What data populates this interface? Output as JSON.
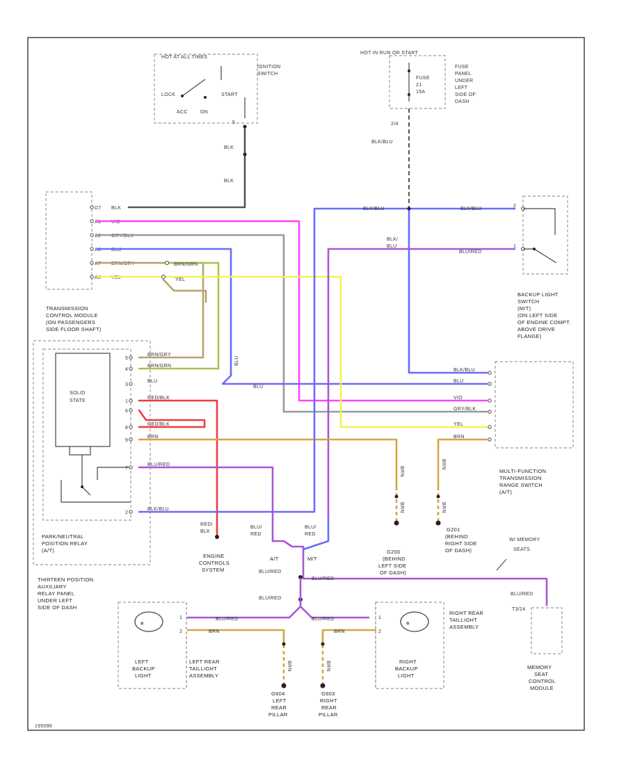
{
  "colors": {
    "grey": "#9a9a9a",
    "black": "#555555",
    "pink": "#ff44ff",
    "blue": "#6a6aff",
    "yellow": "#f2f250",
    "ybrn": "#b7a36a",
    "grngrn": "#a7c34a",
    "red": "#ee3b3b",
    "purple": "#a855d8",
    "tan": "#d4a640"
  },
  "labels": {
    "ign_title": "HOT AT ALL TIMES",
    "ign_lock": "LOCK",
    "ign_acc": "ACC",
    "ign_on": "ON",
    "ign_start": "START",
    "ign_name1": "IGNITION",
    "ign_name2": "SWITCH",
    "ign_pin": "5",
    "blk1": "BLK",
    "blk2": "BLK",
    "fuse_title": "HOT IN RUN OR START",
    "fuse1": "FUSE",
    "fuse2": "21",
    "fuse3": "15A",
    "fusepanel1": "FUSE",
    "fusepanel2": "PANEL",
    "fusepanel3": "UNDER",
    "fusepanel4": "LEFT",
    "fusepanel5": "SIDE OF",
    "fusepanel6": "DASH",
    "w_21": "2/4",
    "w_blkblu_top": "BLK/BLU",
    "tcm_pins": [
      "D7",
      "A1",
      "A2",
      "A3",
      "A7",
      "A8"
    ],
    "tcm_wires": [
      "BLK",
      "VIO",
      "GRY/BLK",
      "BLU",
      "BRN/GRY",
      "YEL"
    ],
    "w_brngrn": "BRN/GRN",
    "w_yel2": "YEL",
    "tcm_name": [
      "TRANSMISSION",
      "CONTROL MODULE",
      "(ON PASSENGERS",
      "SIDE FLOOR SHAFT)"
    ],
    "w_blkblu_a": "BLK/BLU",
    "w_blkblu_b": "BLK/BLU",
    "w_blk_mid1": "BLK/",
    "w_blk_mid2": "BLU",
    "w_blured_a": "BLU/RED",
    "bls_pins": [
      "2",
      "1"
    ],
    "bls_name": [
      "BACKUP LIGHT",
      "SWITCH",
      "(M/T)",
      "(ON LEFT SIDE",
      "OF ENGINE COMPT.",
      "ABOVE DRIVE",
      "FLANGE)"
    ],
    "relay_pins": [
      "5",
      "4",
      "3",
      "1",
      "6",
      "8",
      "9",
      "7",
      "2"
    ],
    "relay_wires": [
      "BRN/GRY",
      "BRN/GRN",
      "BLU",
      "RED/BLK",
      "RED/BLK",
      "BRN",
      "BLU/RED",
      "BLK/BLU"
    ],
    "solid_state1": "SOLID",
    "solid_state2": "STATE",
    "w_blu_v": "BLU",
    "w_blu_h": "BLU",
    "mf_wires": [
      "BLK/BLU",
      "BLU",
      "VIO",
      "GRY/BLK",
      "YEL",
      "BRN"
    ],
    "mf_name": [
      "MULTI-FUNCTION",
      "TRANSMISSION",
      "RANGE SWITCH",
      "(A/T)"
    ],
    "w_brn_l": "BRN",
    "w_brn_r": "BRN",
    "w_brn_l2": "BRN",
    "w_brn_r2": "BRN",
    "g200_1": "G200",
    "g200_2": "(BEHIND",
    "g200_3": "LEFT SIDE",
    "g200_4": "OF DASH)",
    "g201_1": "G201",
    "g201_2": "(BEHIND",
    "g201_3": "RIGHT SIDE",
    "g201_4": "OF DASH)",
    "pnp_name": [
      "PARK/NEUTRAL",
      "POSITION RELAY",
      "(A/T)"
    ],
    "thirteen_name": [
      "THIRTEEN POSITION",
      "AUXILIARY",
      "RELAY PANEL",
      "UNDER LEFT",
      "SIDE OF DASH"
    ],
    "redblk1": "RED/",
    "redblk2": "BLK",
    "ecs_name": [
      "ENGINE",
      "CONTROLS",
      "SYSTEM"
    ],
    "blured_l1": "BLU/",
    "blured_l2": "RED",
    "blured_r1": "BLU/",
    "blured_r2": "RED",
    "at": "A/T",
    "mt": "M/T",
    "w_blured_j": "BLU/RED",
    "w_blured_j2": "BLU/RED",
    "w_blured_j3": "BLU/RED",
    "w_blured_mem": "BLU/RED",
    "mem1": "W/ MEMORY",
    "mem2": "SEATS",
    "mem_pin": "T3/24",
    "mem_name": [
      "MEMORY",
      "SEAT",
      "CONTROL",
      "MODULE"
    ],
    "w_blured_lt": "BLU/RED",
    "w_brn_lt": "BRN",
    "w_blured_rt": "BLU/RED",
    "w_brn_rt": "BRN",
    "lt_pin1": "1",
    "lt_pin2": "2",
    "rt_pin1": "1",
    "rt_pin2": "2",
    "lbl_name": [
      "LEFT",
      "BACKUP",
      "LIGHT"
    ],
    "lrt_name": [
      "LEFT REAR",
      "TAILLIGHT",
      "ASSEMBLY"
    ],
    "rbl_name": [
      "RIGHT",
      "BACKUP",
      "LIGHT"
    ],
    "rrt_name": [
      "RIGHT REAR",
      "TAILLIGHT",
      "ASSEMBLY"
    ],
    "w_brn_lg": "BRN",
    "w_brn_rg": "BRN",
    "g604": [
      "G604",
      "LEFT",
      "REAR",
      "PILLAR"
    ],
    "g603": [
      "G603",
      "RIGHT",
      "REAR",
      "PILLAR"
    ],
    "footer": "195096"
  }
}
